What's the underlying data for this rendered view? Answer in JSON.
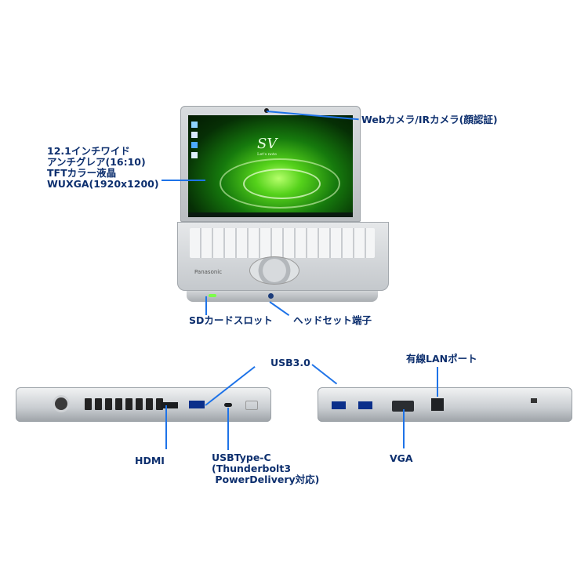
{
  "callouts": {
    "webcam": "Webカメラ/IRカメラ(顔認証)",
    "display_lines": [
      "12.1インチワイド",
      "アンチグレア(16:10)",
      "TFTカラー液晶",
      "WUXGA(1920x1200)"
    ],
    "sd_slot": "SDカードスロット",
    "headset": "ヘッドセット端子",
    "usb30": "USB3.0",
    "lan": "有線LANポート",
    "hdmi": "HDMI",
    "usbc_lines": [
      "USBType-C",
      "(Thunderbolt3",
      " PowerDelivery対応)"
    ],
    "vga": "VGA"
  },
  "device": {
    "brand_print": "Panasonic",
    "screen_logo": "SV",
    "screen_logo_sub": "Let's note"
  },
  "colors": {
    "callout_line": "#1e73e8",
    "callout_text": "#0d2f6e"
  }
}
